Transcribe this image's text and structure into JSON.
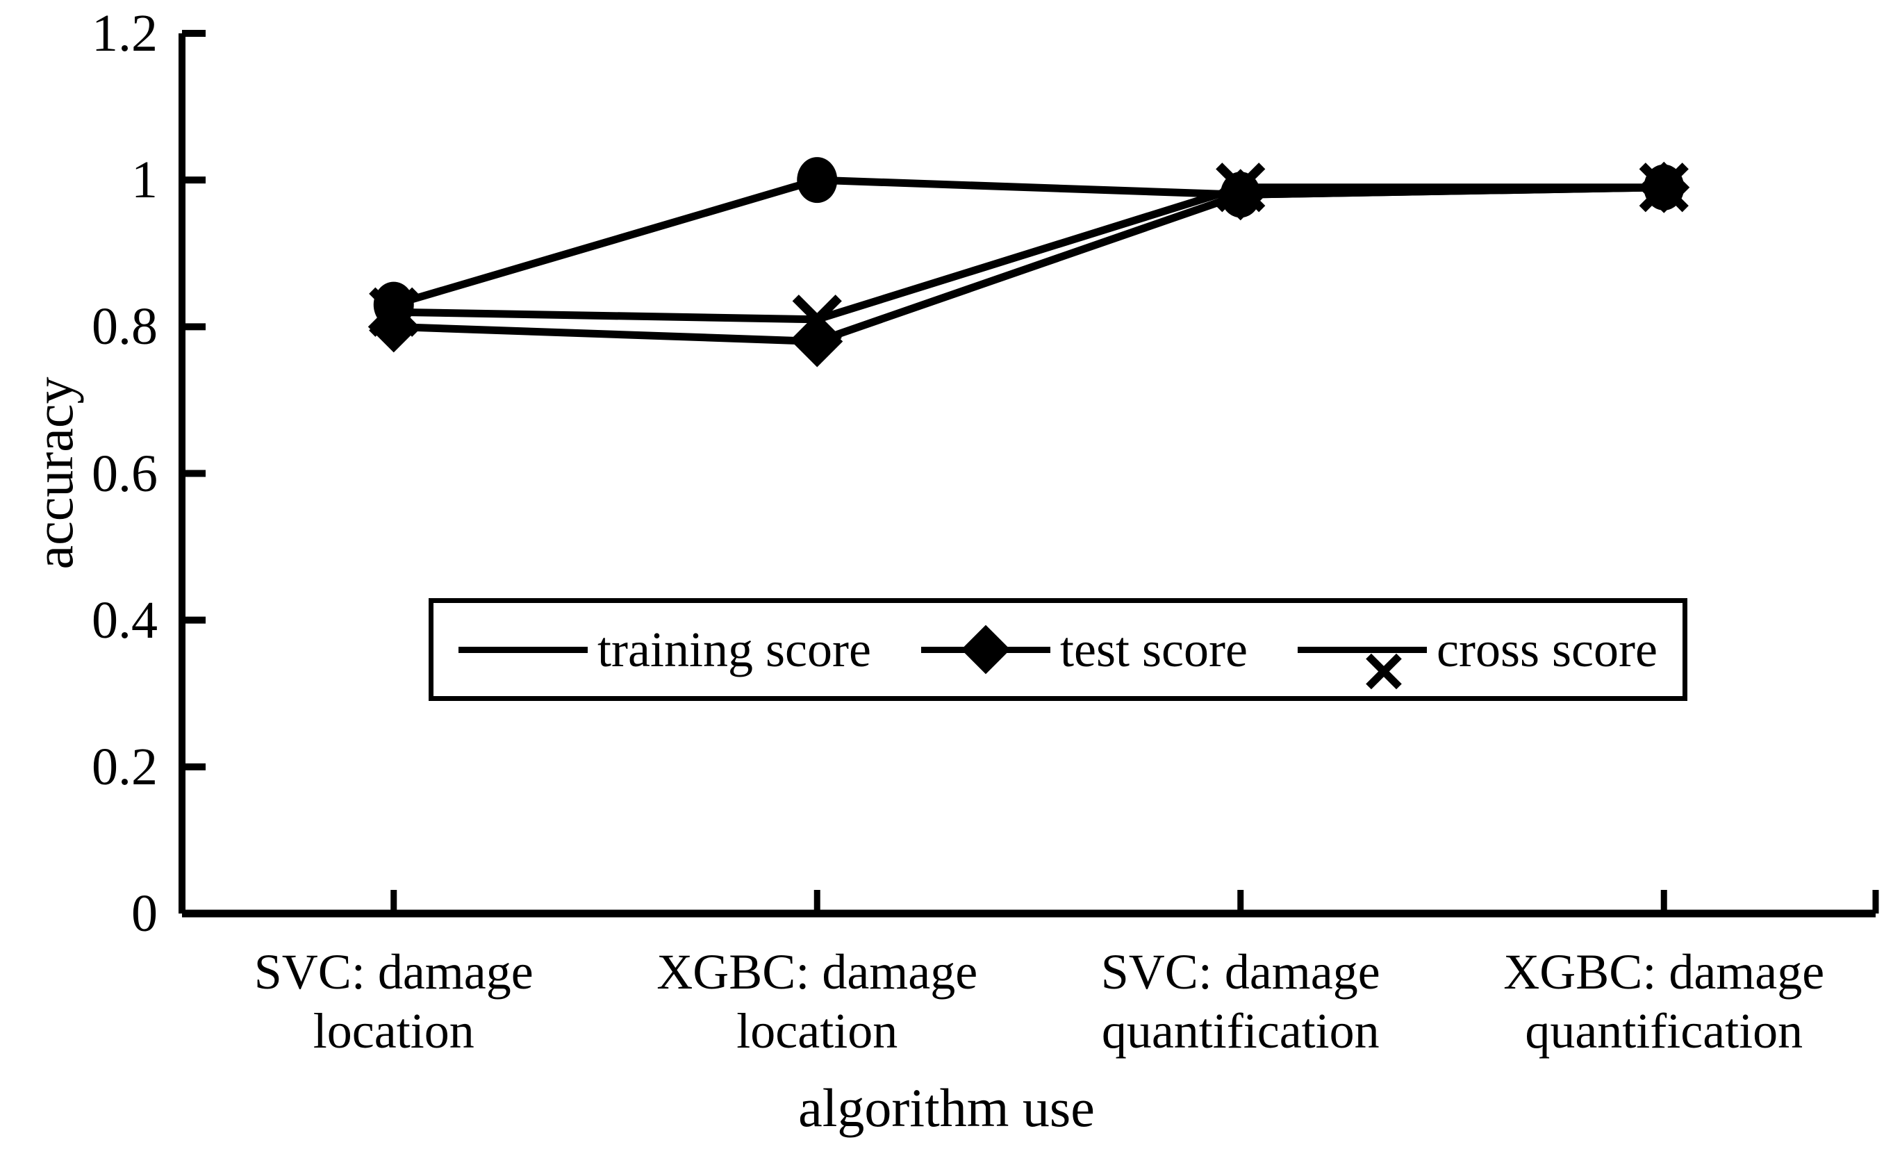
{
  "chart_data": {
    "type": "line",
    "title": "",
    "xlabel": "algorithm use",
    "ylabel": "accuracy",
    "categories": [
      "SVC: damage\nlocation",
      "XGBC: damage\nlocation",
      "SVC: damage\nquantification",
      "XGBC: damage\nquantification"
    ],
    "series": [
      {
        "name": "training score",
        "marker": "circle",
        "values": [
          0.83,
          1.0,
          0.98,
          0.99
        ]
      },
      {
        "name": "test score",
        "marker": "diamond",
        "values": [
          0.8,
          0.78,
          0.98,
          0.99
        ]
      },
      {
        "name": "cross score",
        "marker": "cross",
        "values": [
          0.82,
          0.81,
          0.99,
          0.99
        ]
      }
    ],
    "ylim": [
      0,
      1.2
    ],
    "ytick_labels": [
      "1.2",
      "1",
      "0.8",
      "0.6",
      "0.4",
      "0.2",
      "0"
    ],
    "ytick_values": [
      1.2,
      1.0,
      0.8,
      0.6,
      0.4,
      0.2,
      0
    ],
    "grid": false,
    "legend_position": "inside-lower-center",
    "line_color": "#000000"
  },
  "axes": {
    "y_title": "accuracy",
    "x_title": "algorithm use"
  },
  "legend": {
    "items": [
      {
        "label": "training score",
        "icon": "circle-marker-icon"
      },
      {
        "label": "test score",
        "icon": "diamond-marker-icon"
      },
      {
        "label": "cross score",
        "icon": "cross-marker-icon"
      }
    ]
  }
}
